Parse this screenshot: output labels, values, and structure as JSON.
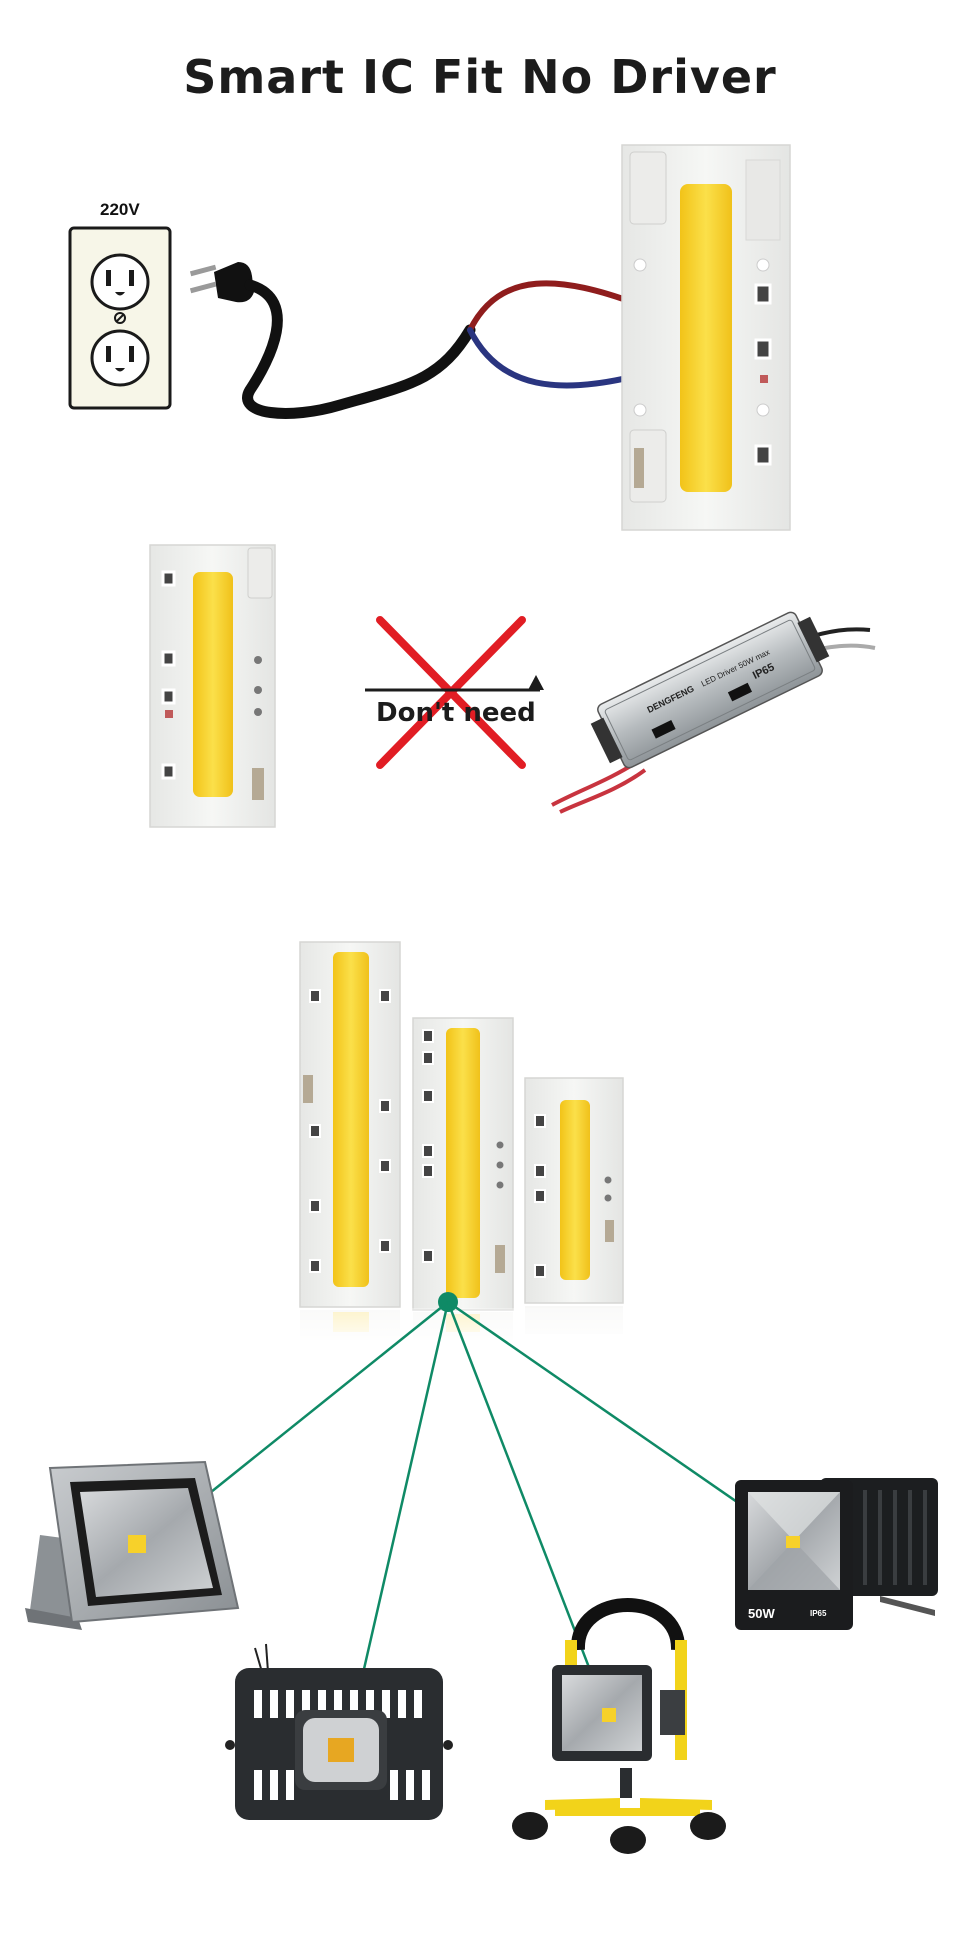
{
  "header": {
    "title": "Smart IC Fit No Driver"
  },
  "outlet": {
    "voltage_label": "220V"
  },
  "comparison": {
    "no_driver_label": "Don't need"
  },
  "driver": {
    "brand_text": "DENGFENG",
    "model_text": "LED Driver 50W max",
    "rating_text": "IP65"
  },
  "fixtures": {
    "square_flood_light": {
      "wattage_label": "50W",
      "rating_label": "IP65"
    }
  },
  "colors": {
    "led_yellow": "#f7d12a",
    "board_white": "#f1f2f0",
    "connector_green": "#0f8a66",
    "cross_red": "#e11d24",
    "wire_red": "#8f1d1d",
    "wire_blue": "#2a3580"
  }
}
